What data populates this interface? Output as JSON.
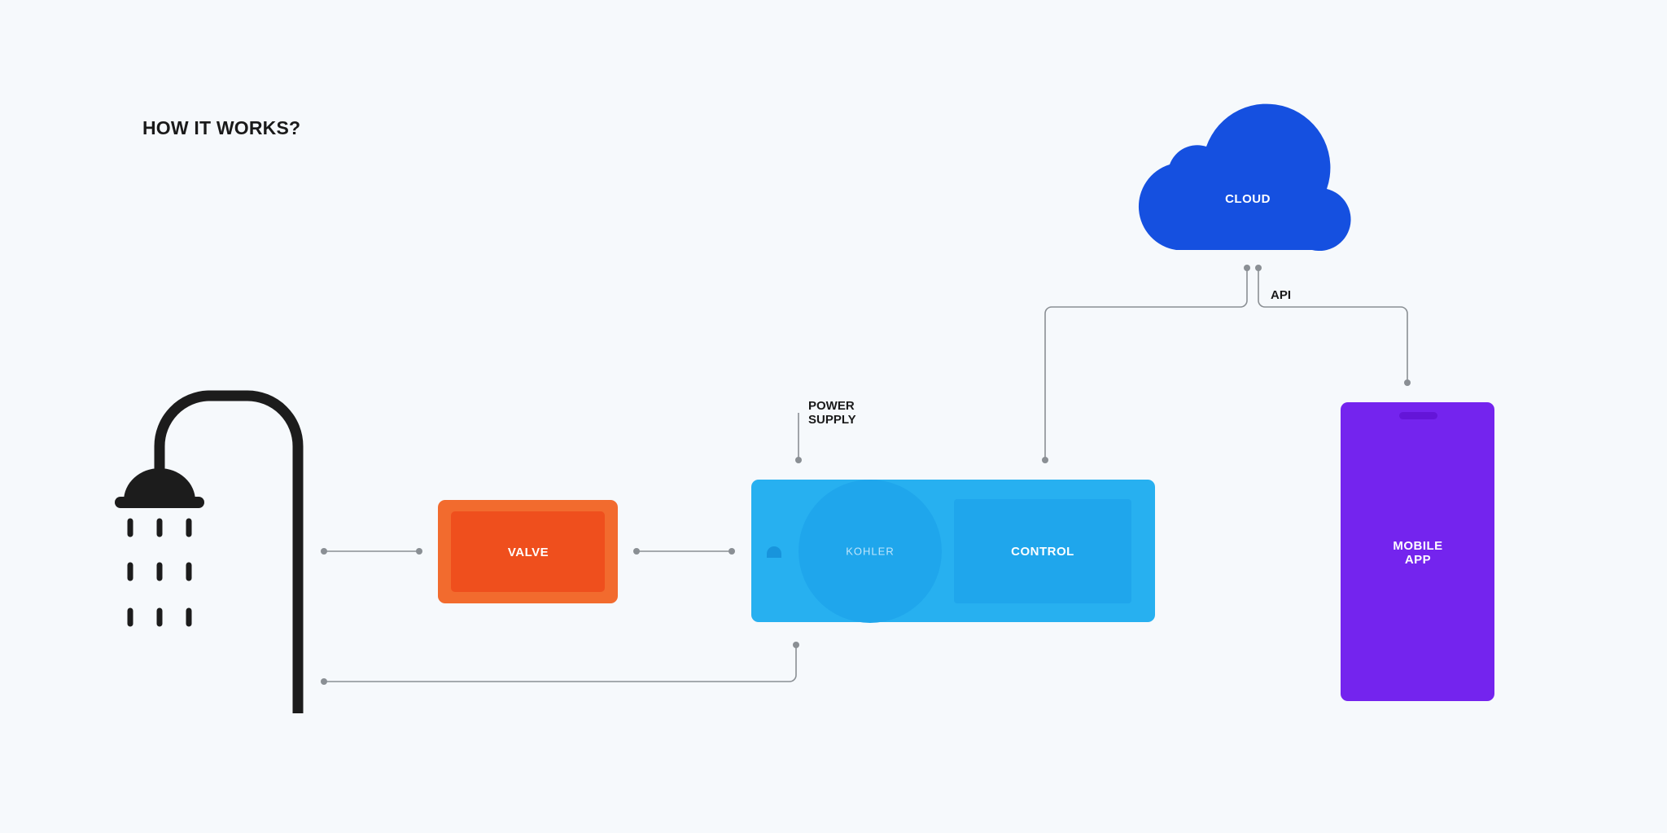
{
  "title": "HOW IT WORKS?",
  "colors": {
    "background": "#f6f9fc",
    "valve_outer": "#f26b2e",
    "valve_inner": "#ef4f1d",
    "control_outer": "#27b0f0",
    "control_inner": "#1fa6ec",
    "cloud": "#1550e0",
    "mobile": "#7424ee",
    "connector": "#8a8f94",
    "shower": "#1c1c1c"
  },
  "nodes": {
    "valve": "VALVE",
    "control": "CONTROL",
    "kohler": "KOHLER",
    "cloud": "CLOUD",
    "mobile_line1": "MOBILE",
    "mobile_line2": "APP"
  },
  "labels": {
    "power_line1": "POWER",
    "power_line2": "SUPPLY",
    "api": "API"
  },
  "icons": {
    "shower": "shower-icon",
    "cloud": "cloud-icon",
    "phone": "phone-icon"
  }
}
